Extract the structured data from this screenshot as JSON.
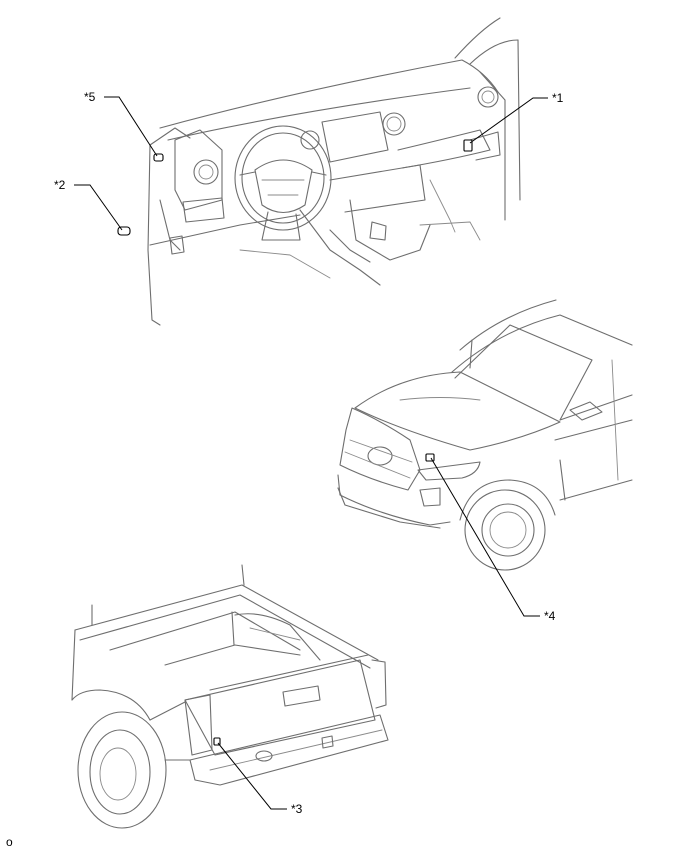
{
  "callouts": {
    "c1": "*1",
    "c2": "*2",
    "c3": "*3",
    "c4": "*4",
    "c5": "*5"
  },
  "figure_code": "o"
}
